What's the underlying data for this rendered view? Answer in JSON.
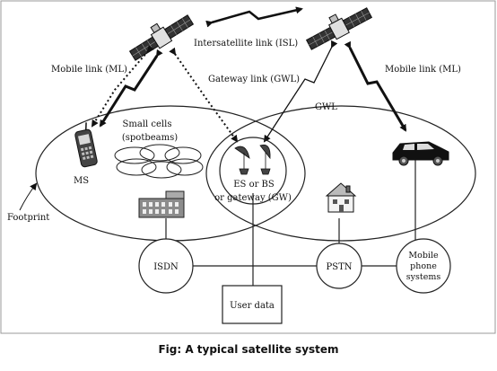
{
  "diagram": {
    "labels": {
      "isl": "Intersatellite link  (ISL)",
      "mobile_link_left": "Mobile link (ML)",
      "mobile_link_right": "Mobile link (ML)",
      "gateway_link": "Gateway link (GWL)",
      "gwl": "GWL",
      "small_cells_line1": "Small cells",
      "small_cells_line2": "(spotbeams)",
      "ms": "MS",
      "es_line1": "ES or BS",
      "es_line2": "or gateway (GW)",
      "footprint": "Footprint",
      "isdn": "ISDN",
      "pstn": "PSTN",
      "mobile_phone_line1": "Mobile",
      "mobile_phone_line2": "phone",
      "mobile_phone_line3": "systems",
      "user_data": "User data"
    }
  },
  "caption": "Fig: A typical satellite system"
}
